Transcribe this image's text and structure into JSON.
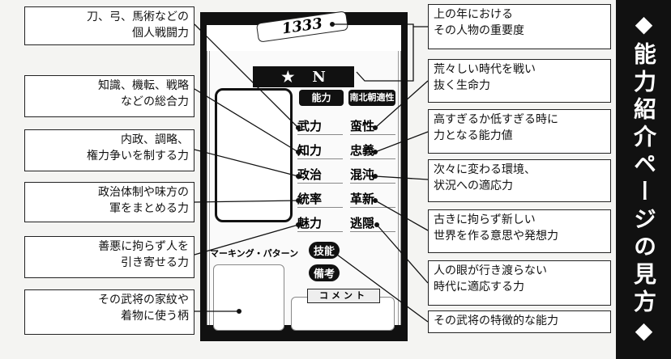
{
  "card": {
    "year": "1333",
    "star": "★",
    "no": "N",
    "ability_header": "能力",
    "nanboku_header": "南北朝適性",
    "abilities": [
      "武力",
      "知力",
      "政治",
      "統率",
      "魅力"
    ],
    "aptitudes": [
      "蛮性",
      "忠義",
      "混沌",
      "革新",
      "逃隠"
    ],
    "marking": "マーキング・パターン",
    "skill": "技能",
    "notes": "備考",
    "comment": "コメント"
  },
  "left_callouts": [
    [
      "刀、弓、馬術などの",
      "個人戦闘力"
    ],
    [
      "知識、機転、戦略",
      "などの総合力"
    ],
    [
      "内政、調略、",
      "権力争いを制する力"
    ],
    [
      "政治体制や味方の",
      "軍をまとめる力"
    ],
    [
      "善悪に拘らず人を",
      "引き寄せる力"
    ],
    [
      "その武将の家紋や",
      "着物に使う柄"
    ]
  ],
  "right_callouts": [
    [
      "上の年における",
      "その人物の重要度"
    ],
    [
      "荒々しい時代を戦い",
      "抜く生命力"
    ],
    [
      "高すぎるか低すぎる時に",
      "力となる能力値"
    ],
    [
      "次々に変わる環境、",
      "状況への適応力"
    ],
    [
      "古きに拘らず新しい",
      "世界を作る意思や発想力"
    ],
    [
      "人の眼が行き渡らない",
      "時代に適応する力"
    ],
    [
      "その武将の特徴的な能力",
      ""
    ]
  ],
  "side_title": "◆能力紹介ページの見方◆"
}
